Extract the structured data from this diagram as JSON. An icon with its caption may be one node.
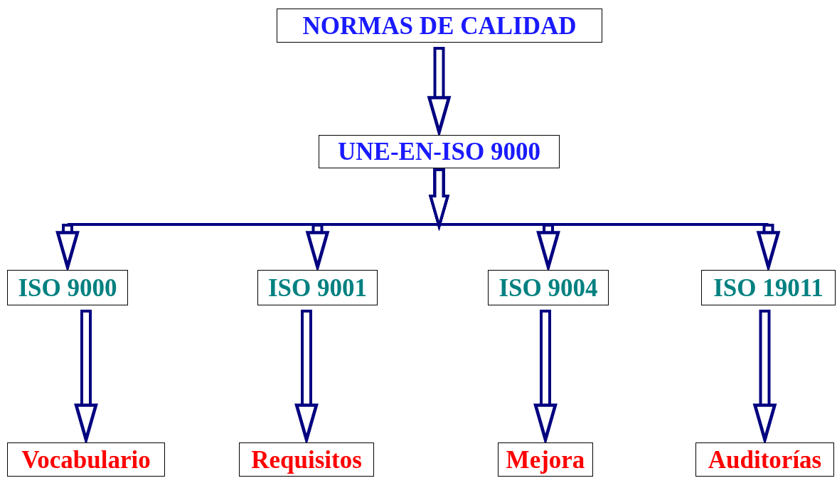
{
  "diagram": {
    "nodes": [
      {
        "text": [
          "NORMAS DE CALIDAD"
        ]
      },
      {
        "text": [
          "UNE-EN-ISO 9000"
        ]
      },
      {
        "text": [
          "ISO 9000"
        ]
      },
      {
        "text": [
          "ISO 9001"
        ]
      },
      {
        "text": [
          "ISO 9004"
        ]
      },
      {
        "text": [
          "ISO 19011"
        ]
      },
      {
        "text": [
          "Vocabulario"
        ]
      },
      {
        "text": [
          "Requisitos"
        ]
      },
      {
        "text": [
          "Mejora"
        ]
      },
      {
        "text": [
          "Auditorías"
        ]
      }
    ],
    "edges": [
      {
        "from": 0,
        "to": 1,
        "arrow": "to"
      },
      {
        "from": 1,
        "to": 2,
        "arrow": "to"
      },
      {
        "from": 1,
        "to": 3,
        "arrow": "to"
      },
      {
        "from": 1,
        "to": 4,
        "arrow": "to"
      },
      {
        "from": 1,
        "to": 5,
        "arrow": "to"
      },
      {
        "from": 2,
        "to": 6,
        "arrow": "to"
      },
      {
        "from": 3,
        "to": 7,
        "arrow": "to"
      },
      {
        "from": 4,
        "to": 8,
        "arrow": "to"
      },
      {
        "from": 5,
        "to": 9,
        "arrow": "to"
      }
    ]
  }
}
